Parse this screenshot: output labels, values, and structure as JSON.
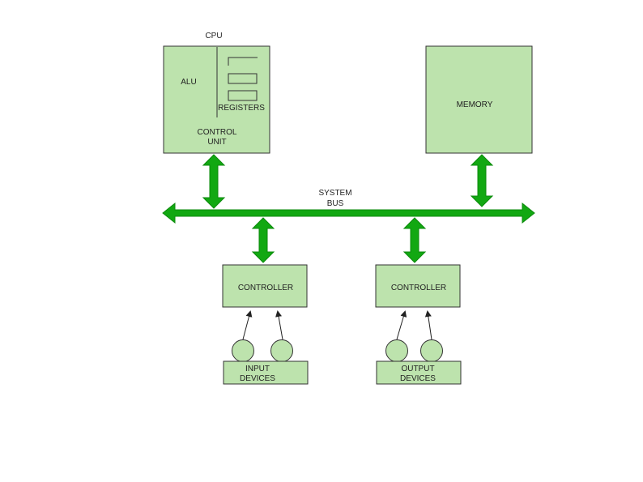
{
  "cpu": {
    "title": "CPU",
    "alu_label": "ALU",
    "registers_label": "REGISTERS",
    "control_unit_line1": "CONTROL",
    "control_unit_line2": "UNIT"
  },
  "memory": {
    "label": "MEMORY"
  },
  "system_bus": {
    "line1": "SYSTEM",
    "line2": "BUS"
  },
  "input_controller": {
    "label": "CONTROLLER"
  },
  "output_controller": {
    "label": "CONTROLLER"
  },
  "input_devices": {
    "line1": "INPUT",
    "line2": "DEVICES"
  },
  "output_devices": {
    "line1": "OUTPUT",
    "line2": "DEVICES"
  },
  "colors": {
    "box_fill": "#bde3ad",
    "arrow_green": "#12a812",
    "arrow_dark": "#0c8a0c",
    "outline": "#333333"
  }
}
